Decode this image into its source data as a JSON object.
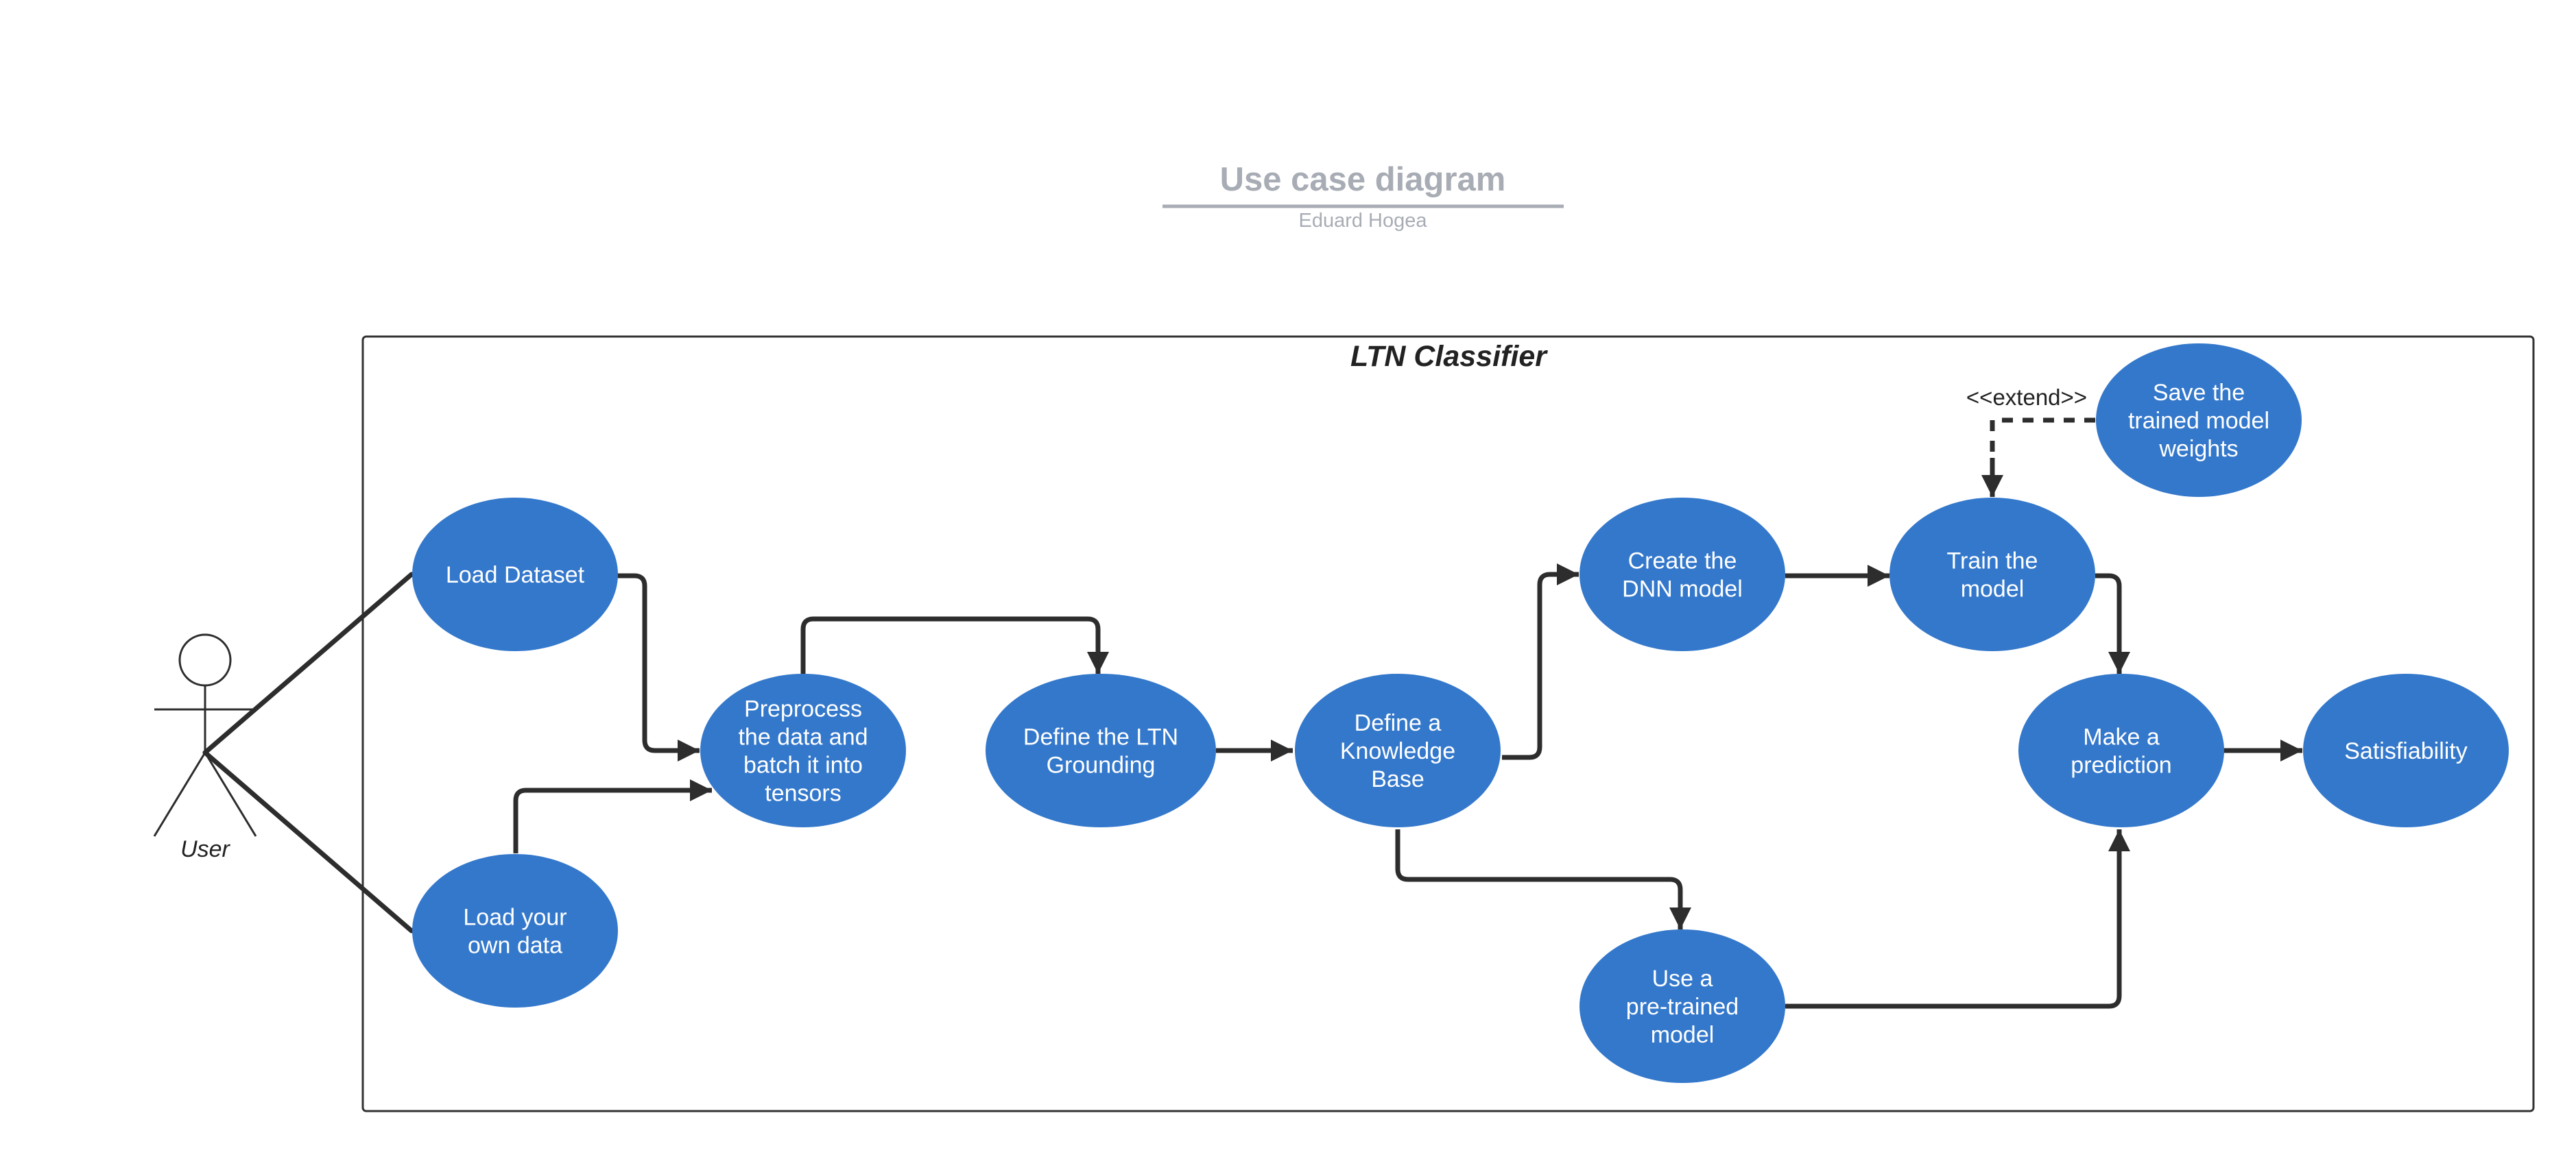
{
  "header": {
    "title": "Use case diagram",
    "author": "Eduard Hogea"
  },
  "system": {
    "name": "LTN Classifier"
  },
  "actor": {
    "name": "User"
  },
  "use_cases": {
    "load_dataset": [
      "Load Dataset"
    ],
    "load_own_data": [
      "Load your",
      "own data"
    ],
    "preprocess": [
      "Preprocess",
      "the data and",
      "batch it into",
      "tensors"
    ],
    "define_grounding": [
      "Define the LTN",
      "Grounding"
    ],
    "define_kb": [
      "Define a",
      "Knowledge",
      "Base"
    ],
    "create_dnn": [
      "Create the",
      "DNN model"
    ],
    "use_pretrained": [
      "Use a",
      "pre-trained",
      "model"
    ],
    "train_model": [
      "Train the",
      "model"
    ],
    "save_weights": [
      "Save the",
      "trained model",
      "weights"
    ],
    "make_prediction": [
      "Make a",
      "prediction"
    ],
    "satisfiability": [
      "Satisfiability"
    ]
  },
  "relations": {
    "extend_label": "<<extend>>"
  },
  "colors": {
    "use_case_fill": "#3478cb",
    "line": "#2d2d2d",
    "header_text": "#a8acb4"
  }
}
